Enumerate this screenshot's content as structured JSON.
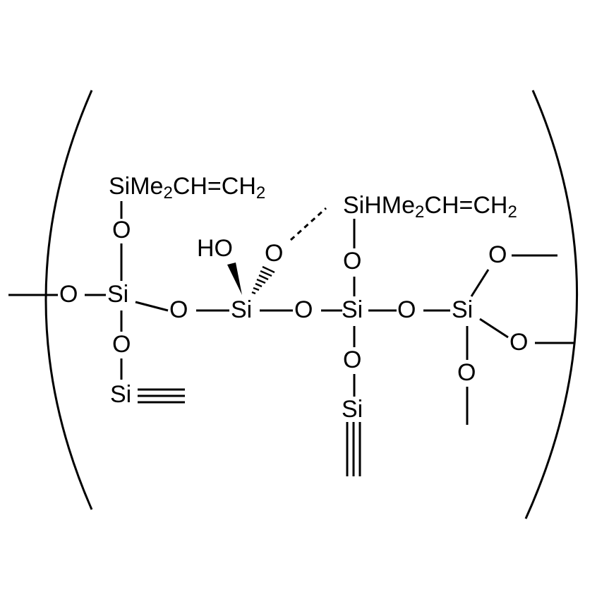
{
  "structure": {
    "labels": {
      "si_left": "Si",
      "o_left_chain": "O",
      "o_left_up": "O",
      "o_left_down": "O",
      "si_top_left_group": "SiMe",
      "si_top_left_group_sub": "2",
      "si_top_left_group_tail": "CH=CH",
      "si_top_left_group_sub2": "2",
      "si_bottom_left": "Si",
      "o_link_1": "O",
      "si_center": "Si",
      "ho_label": "HO",
      "o_dash": "O",
      "o_link_2": "O",
      "si_mid_right": "Si",
      "o_mid_up": "O",
      "si_top_right_group": "SiHMe",
      "si_top_right_group_sub": "2",
      "si_top_right_group_tail": "CH=CH",
      "si_top_right_group_sub2": "2",
      "o_mid_down": "O",
      "si_bottom_mid": "Si",
      "o_link_3": "O",
      "si_right": "Si",
      "o_right_up": "O",
      "o_right_mid": "O",
      "o_right_down": "O"
    }
  }
}
